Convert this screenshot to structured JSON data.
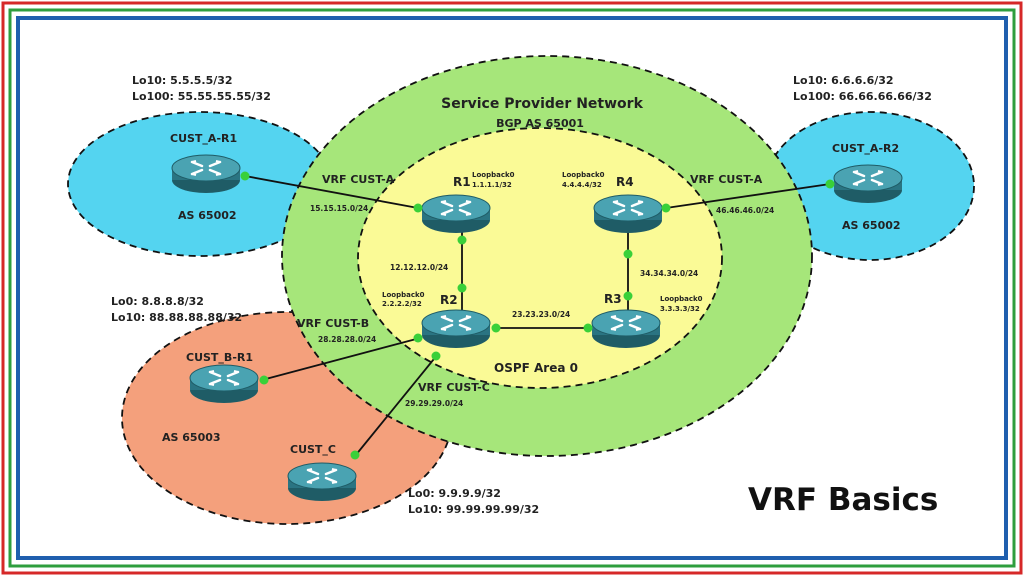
{
  "colors": {
    "border_red": "#d62828",
    "border_green": "#2e9e3e",
    "border_blue": "#1f5fae",
    "sp_cloud": "#a6e67a",
    "ospf_area": "#fafa96",
    "cust_a_cloud": "#54d4f0",
    "cust_b_cloud": "#f4a07c",
    "router_fill": "#2f7d8a",
    "link_node": "#39d039",
    "vrf_a_text": "#7b3fc2",
    "vrf_b_text": "#e02020",
    "vrf_c_text": "#8a6bd0",
    "ospf_text": "#e8401c"
  },
  "sp": {
    "title": "Service Provider Network",
    "subtitle": "BGP AS 65001"
  },
  "ospf_area": "OSPF Area 0",
  "routers": {
    "r1": {
      "name": "R1",
      "loopback_label": "Loopback0",
      "loopback_ip": "1.1.1.1/32"
    },
    "r2": {
      "name": "R2",
      "loopback_label": "Loopback0",
      "loopback_ip": "2.2.2.2/32"
    },
    "r3": {
      "name": "R3",
      "loopback_label": "Loopback0",
      "loopback_ip": "3.3.3.3/32"
    },
    "r4": {
      "name": "R4",
      "loopback_label": "Loopback0",
      "loopback_ip": "4.4.4.4/32"
    },
    "cust_a_r1": {
      "name": "CUST_A-R1",
      "as": "AS 65002",
      "lo1": "Lo10: 5.5.5.5/32",
      "lo2": "Lo100: 55.55.55.55/32"
    },
    "cust_a_r2": {
      "name": "CUST_A-R2",
      "as": "AS 65002",
      "lo1": "Lo10: 6.6.6.6/32",
      "lo2": "Lo100: 66.66.66.66/32"
    },
    "cust_b_r1": {
      "name": "CUST_B-R1",
      "as": "AS 65003",
      "lo1": "Lo0: 8.8.8.8/32",
      "lo2": "Lo10: 88.88.88.88/32"
    },
    "cust_c": {
      "name": "CUST_C",
      "lo1": "Lo0: 9.9.9.9/32",
      "lo2": "Lo10: 99.99.99.99/32"
    }
  },
  "vrfs": {
    "a_left": "VRF CUST-A",
    "a_right": "VRF CUST-A",
    "b": "VRF CUST-B",
    "c": "VRF CUST-C"
  },
  "subnets": {
    "r1_custa1": "15.15.15.0/24",
    "r4_custa2": "46.46.46.0/24",
    "r1_r2": "12.12.12.0/24",
    "r3_r4": "34.34.34.0/24",
    "r2_r3": "23.23.23.0/24",
    "r2_custb": "28.28.28.0/24",
    "r2_custc": "29.29.29.0/24"
  },
  "caption": "VRF Basics"
}
